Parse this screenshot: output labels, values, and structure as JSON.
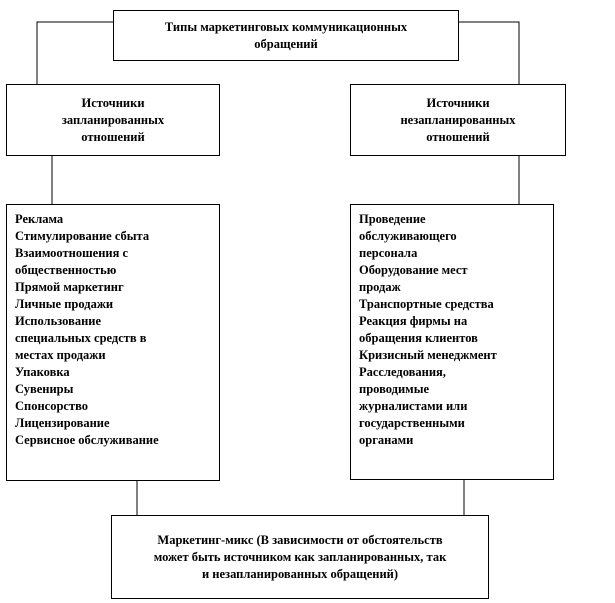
{
  "root": {
    "lines": [
      "Типы маркетинговых коммуникационных",
      "обращений"
    ]
  },
  "planned": {
    "lines": [
      "Источники",
      "запланированных",
      "отношений"
    ],
    "items": [
      "Реклама",
      "Стимулирование сбыта",
      "Взаимоотношения с",
      "общественностью",
      "Прямой маркетинг",
      "Личные продажи",
      "Использование",
      "специальных средств в",
      "местах продажи",
      "Упаковка",
      "Сувениры",
      "Спонсорство",
      "Лицензирование",
      "Сервисное обслуживание"
    ]
  },
  "unplanned": {
    "lines": [
      "Источники",
      "незапланированных",
      "отношений"
    ],
    "items": [
      "Проведение",
      "обслуживающего",
      "персонала",
      "Оборудование мест",
      "продаж",
      "Транспортные средства",
      "Реакция фирмы на",
      "обращения клиентов",
      "Кризисный менеджмент",
      "Расследования,",
      "проводимые",
      "журналистами или",
      "государственными",
      "органами"
    ]
  },
  "mix": {
    "lines": [
      "Маркетинг-микс (В зависимости от обстоятельств",
      "может быть источником как запланированных, так",
      "и незапланированных обращений)"
    ]
  }
}
